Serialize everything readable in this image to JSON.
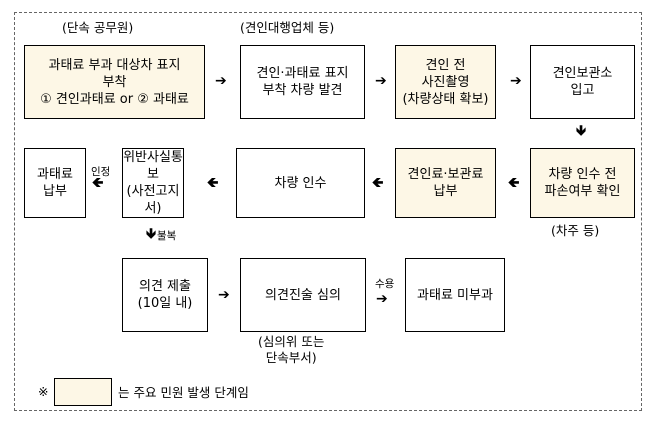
{
  "labels": {
    "top_left": "(단속 공무원)",
    "top_mid": "(견인대행업체 등)",
    "owner": "(차주 등)",
    "committee": "(심의위 또는\n단속부서)"
  },
  "boxes": {
    "b1": "과태료 부과 대상차 표지\n부착\n① 견인과태료 or ② 과태료",
    "b2": "견인·과태료 표지\n부착 차량 발견",
    "b3": "견인 전\n사진촬영\n(차량상태 확보)",
    "b4": "견인보관소\n입고",
    "b5": "차량 인수 전\n파손여부 확인",
    "b6": "견인료·보관료\n납부",
    "b7": "차량 인수",
    "b8": "위반사실통\n보\n(사전고지\n서)",
    "b9": "과태료\n납부",
    "b10": "의견 제출\n(10일 내)",
    "b11": "의견진술 심의",
    "b12": "과태료 미부과"
  },
  "edge_labels": {
    "accept": "인정",
    "objection": "불복",
    "approve": "수용"
  },
  "legend": {
    "mark": "※",
    "text": "는 주요 민원 발생 단계임"
  },
  "colors": {
    "highlight": "#fdf7e6"
  }
}
